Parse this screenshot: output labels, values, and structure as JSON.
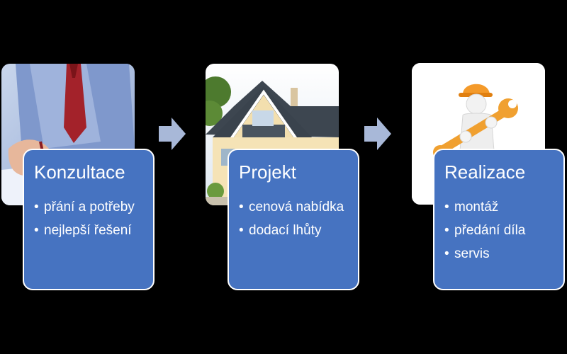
{
  "colors": {
    "background": "#000000",
    "card": "#4673c1",
    "card_border": "#ffffff",
    "arrow": "#a8b8d8"
  },
  "steps": [
    {
      "title": "Konzultace",
      "items": [
        "přání a potřeby",
        "nejlepší řešení"
      ],
      "image": "handshake-meeting-photo"
    },
    {
      "title": "Projekt",
      "items": [
        "cenová nabídka",
        "dodací lhůty"
      ],
      "image": "house-photo"
    },
    {
      "title": "Realizace",
      "items": [
        "montáž",
        "předání díla",
        "servis"
      ],
      "image": "worker-with-wrench-figure"
    }
  ],
  "arrows": [
    "arrow-right-icon",
    "arrow-right-icon"
  ]
}
